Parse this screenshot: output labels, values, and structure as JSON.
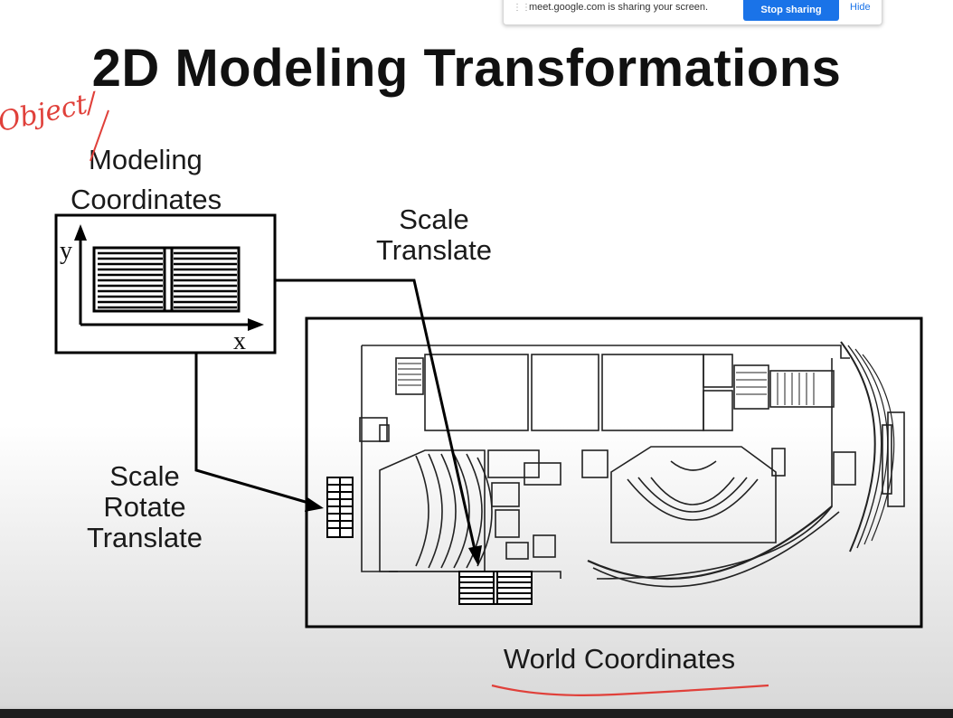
{
  "share_bar": {
    "message": "meet.google.com is sharing your screen.",
    "stop_label": "Stop sharing",
    "hide_label": "Hide"
  },
  "slide": {
    "title": "2D Modeling Transformations",
    "annotation": "Object/",
    "modeling_label_line1": "Modeling",
    "modeling_label_line2": "Coordinates",
    "axis_y": "y",
    "axis_x": "x",
    "transform1_line1": "Scale",
    "transform1_line2": "Translate",
    "transform2_line1": "Scale",
    "transform2_line2": "Rotate",
    "transform2_line3": "Translate",
    "world_label": "World Coordinates"
  },
  "colors": {
    "accent_handwriting": "#e0403a",
    "primary_button": "#1a73e8"
  }
}
